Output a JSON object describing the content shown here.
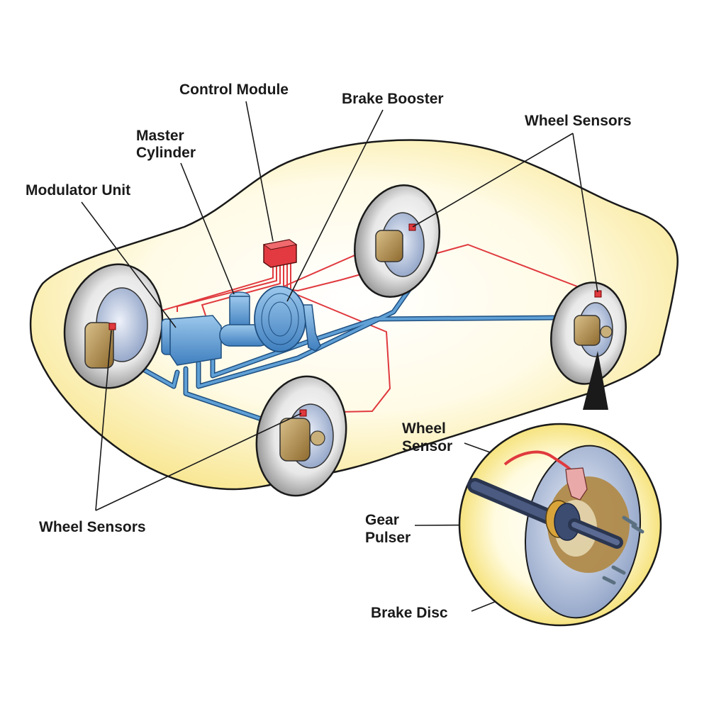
{
  "diagram": {
    "subject": "Anti-lock braking system (ABS) components",
    "labels": {
      "control_module": "Control Module",
      "brake_booster": "Brake Booster",
      "master_cylinder_line1": "Master",
      "master_cylinder_line2": "Cylinder",
      "modulator_unit": "Modulator Unit",
      "wheel_sensors_top": "Wheel Sensors",
      "wheel_sensors_bottom": "Wheel Sensors",
      "inset_wheel_sensor_line1": "Wheel",
      "inset_wheel_sensor_line2": "Sensor",
      "inset_gear_pulser_line1": "Gear",
      "inset_gear_pulser_line2": "Pulser",
      "inset_brake_disc": "Brake Disc"
    },
    "colors": {
      "car_body": "#fbeea0",
      "car_body_highlight": "#fffbe6",
      "hydraulic_lines": "#4a8cc4",
      "sensor_wires": "#e0393e",
      "control_module": "#e23a40",
      "tire": "#d9d9d9",
      "caliper": "#b08a4a",
      "disc": "#b8c4dc",
      "outline": "#1a1a1a"
    }
  }
}
